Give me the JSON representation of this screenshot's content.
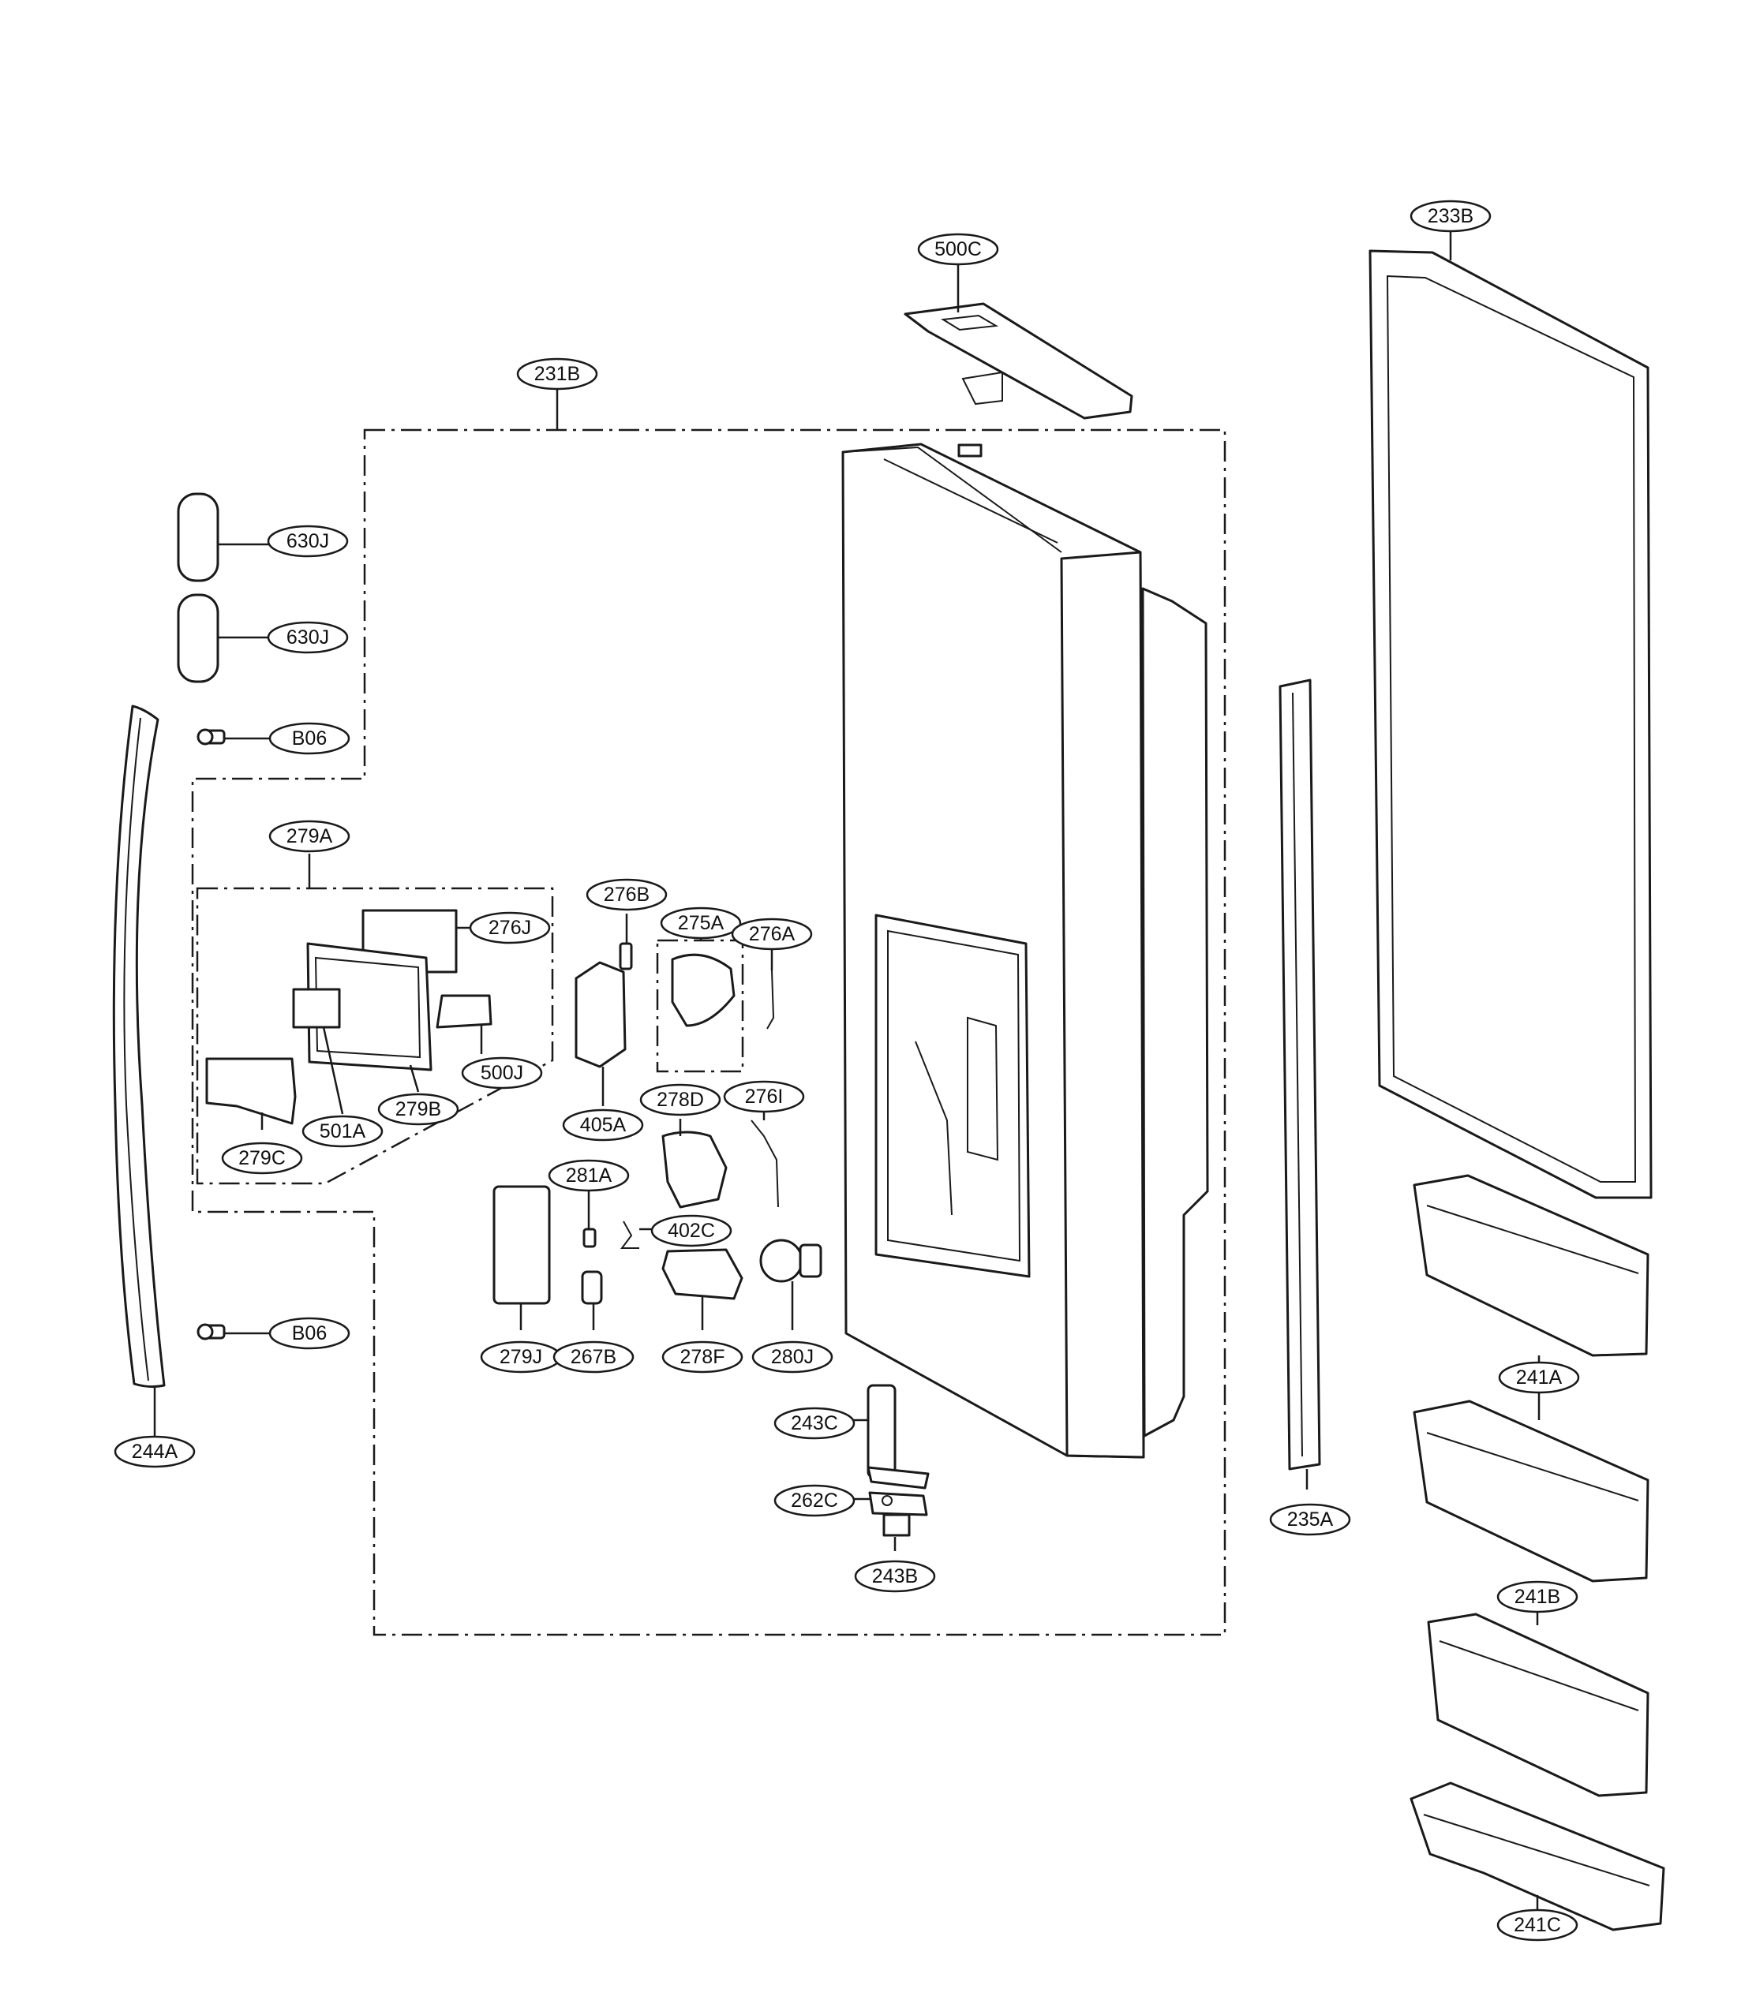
{
  "callouts": [
    {
      "id": "500C",
      "label": "500C"
    },
    {
      "id": "233B",
      "label": "233B"
    },
    {
      "id": "231B",
      "label": "231B"
    },
    {
      "id": "630J-a",
      "label": "630J"
    },
    {
      "id": "630J-b",
      "label": "630J"
    },
    {
      "id": "B06-a",
      "label": "B06"
    },
    {
      "id": "279A",
      "label": "279A"
    },
    {
      "id": "276B",
      "label": "276B"
    },
    {
      "id": "276J",
      "label": "276J"
    },
    {
      "id": "275A",
      "label": "275A"
    },
    {
      "id": "276A",
      "label": "276A"
    },
    {
      "id": "500J",
      "label": "500J"
    },
    {
      "id": "405A",
      "label": "405A"
    },
    {
      "id": "278D",
      "label": "278D"
    },
    {
      "id": "276I",
      "label": "276I"
    },
    {
      "id": "501A",
      "label": "501A"
    },
    {
      "id": "279B",
      "label": "279B"
    },
    {
      "id": "279C",
      "label": "279C"
    },
    {
      "id": "281A",
      "label": "281A"
    },
    {
      "id": "402C",
      "label": "402C"
    },
    {
      "id": "B06-b",
      "label": "B06"
    },
    {
      "id": "279J",
      "label": "279J"
    },
    {
      "id": "267B",
      "label": "267B"
    },
    {
      "id": "278F",
      "label": "278F"
    },
    {
      "id": "280J",
      "label": "280J"
    },
    {
      "id": "241A",
      "label": "241A"
    },
    {
      "id": "243C",
      "label": "243C"
    },
    {
      "id": "244A",
      "label": "244A"
    },
    {
      "id": "262C",
      "label": "262C"
    },
    {
      "id": "235A",
      "label": "235A"
    },
    {
      "id": "243B",
      "label": "243B"
    },
    {
      "id": "241B",
      "label": "241B"
    },
    {
      "id": "241C",
      "label": "241C"
    }
  ]
}
